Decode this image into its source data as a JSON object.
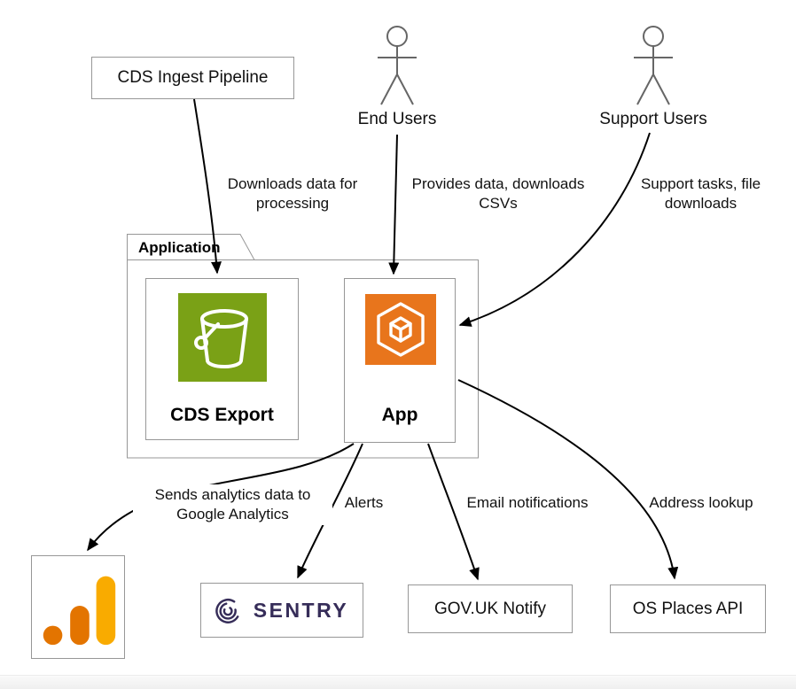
{
  "nodes": {
    "cds_ingest_pipeline": {
      "label": "CDS Ingest Pipeline"
    },
    "end_users": {
      "label": "End Users",
      "icon": "person-icon"
    },
    "support_users": {
      "label": "Support Users",
      "icon": "person-icon"
    },
    "application_group": {
      "label": "Application"
    },
    "cds_export": {
      "label": "CDS Export",
      "icon": "s3-bucket-icon"
    },
    "app": {
      "label": "App",
      "icon": "container-hexagon-icon"
    },
    "google_analytics": {
      "icon": "google-analytics-icon"
    },
    "sentry": {
      "label": "SENTRY",
      "icon": "sentry-swirl-icon"
    },
    "govuk_notify": {
      "label": "GOV.UK Notify"
    },
    "os_places_api": {
      "label": "OS Places API"
    }
  },
  "edges": [
    {
      "from": "CDS Ingest Pipeline",
      "to": "CDS Export",
      "label": "Downloads data for processing"
    },
    {
      "from": "End Users",
      "to": "App",
      "label": "Provides data, downloads CSVs"
    },
    {
      "from": "Support Users",
      "to": "App",
      "label": "Support tasks, file downloads"
    },
    {
      "from": "App",
      "to": "Google Analytics",
      "label": "Sends analytics data to Google Analytics"
    },
    {
      "from": "App",
      "to": "Sentry",
      "label": "Alerts"
    },
    {
      "from": "App",
      "to": "GOV.UK Notify",
      "label": "Email notifications"
    },
    {
      "from": "App",
      "to": "OS Places API",
      "label": "Address lookup"
    }
  ],
  "colors": {
    "s3_green": "#7aa116",
    "app_orange": "#e8751c",
    "ga_yellow": "#f9ab00",
    "ga_orange": "#e37400",
    "sentry_purple": "#362d59",
    "node_border": "#979797",
    "arrow": "#000000",
    "actor": "#666666"
  }
}
